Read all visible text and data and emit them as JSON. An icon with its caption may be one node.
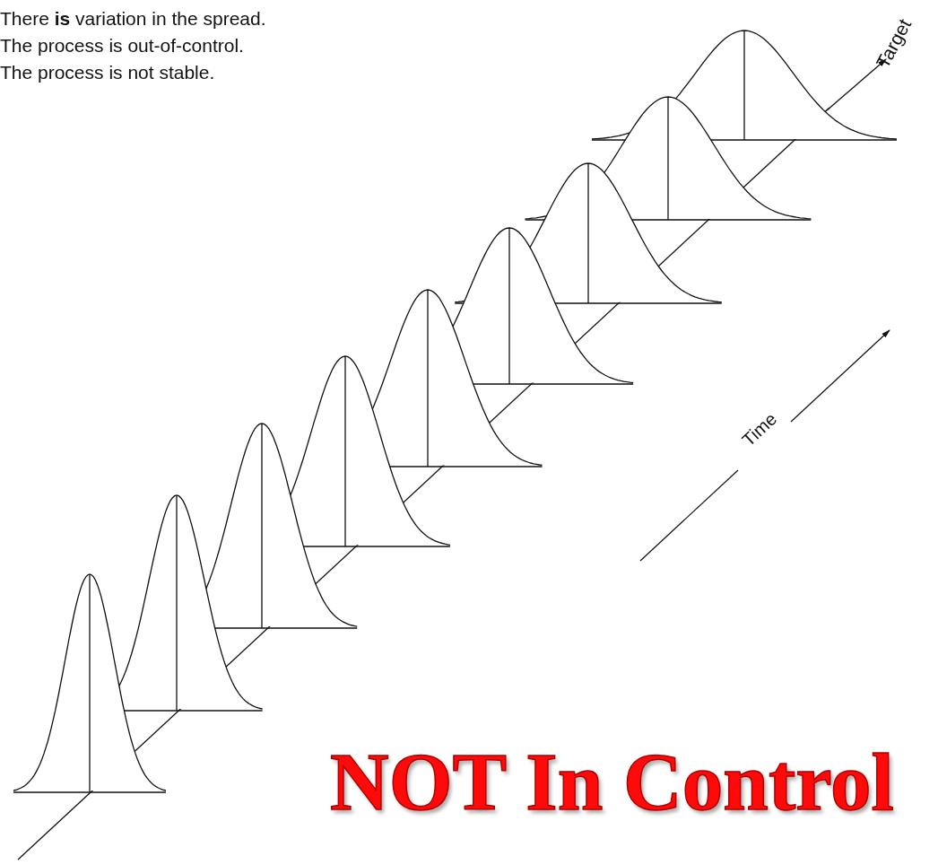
{
  "diagram": {
    "title": "NOT In Control",
    "labels": [
      "There **is** variation in the spread.",
      "The process is out-of-control.",
      "The process is not stable.",
      "Target",
      "Time"
    ]
  }
}
